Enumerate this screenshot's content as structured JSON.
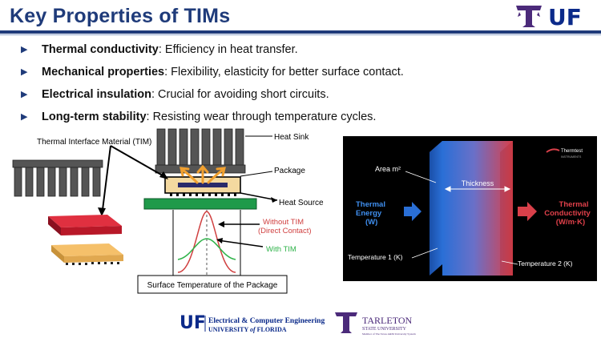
{
  "slide": {
    "title": "Key Properties of TIMs"
  },
  "header_logo": {
    "uf_label": "UF"
  },
  "bullets": [
    {
      "term": "Thermal conductivity",
      "text": ": Efficiency in heat transfer."
    },
    {
      "term": "Mechanical properties",
      "text": ": Flexibility, elasticity for better surface contact."
    },
    {
      "term": "Electrical insulation",
      "text": ": Crucial for avoiding short circuits."
    },
    {
      "term": "Long-term stability",
      "text": ": Resisting wear through temperature cycles."
    }
  ],
  "tim_diagram": {
    "heat_sink": "Heat Sink",
    "tim_label": "Thermal Interface Material (TIM)",
    "package": "Package",
    "heat_source": "Heat Source",
    "without_tim_1": "Without TIM",
    "without_tim_2": "(Direct Contact)",
    "with_tim": "With TIM",
    "surface_temp": "Surface Temperature of the Package"
  },
  "conductivity_diagram": {
    "area": "Area m²",
    "thickness": "Thickness",
    "thermal_energy_1": "Thermal",
    "thermal_energy_2": "Energy",
    "thermal_energy_3": "(W)",
    "thermal_conductivity_1": "Thermal",
    "thermal_conductivity_2": "Conductivity",
    "thermal_conductivity_3": "(W/m·K)",
    "temperature_1": "Temperature 1 (K)",
    "temperature_2": "Temperature 2 (K)",
    "brand": "Thermtest",
    "brand_sub": "INSTRUMENTS"
  },
  "footer": {
    "uf_mark": "UF",
    "ece_line1": "Electrical & Computer Engineering",
    "ece_line2_a": "UNIVERSITY ",
    "ece_line2_of": "of",
    "ece_line2_b": " FLORIDA",
    "tarleton_line1": "TARLETON",
    "tarleton_line2": "STATE UNIVERSITY",
    "tarleton_line3": "Member of The Texas A&M University System"
  },
  "colors": {
    "title_blue": "#1f3b7a",
    "uf_blue": "#0b2a8a",
    "uf_orange": "#f2a900",
    "tarleton_purple": "#4b2a7a",
    "pcb_green": "#1f9a4a",
    "tim_red": "#c8102e",
    "tim_yellow": "#f5c06a",
    "heat_arrow_orange": "#f0a030",
    "without_curve_red": "#d04040",
    "with_curve_green": "#2fb34a",
    "block_blue": "#2a6fd6",
    "block_red": "#d9404a"
  }
}
